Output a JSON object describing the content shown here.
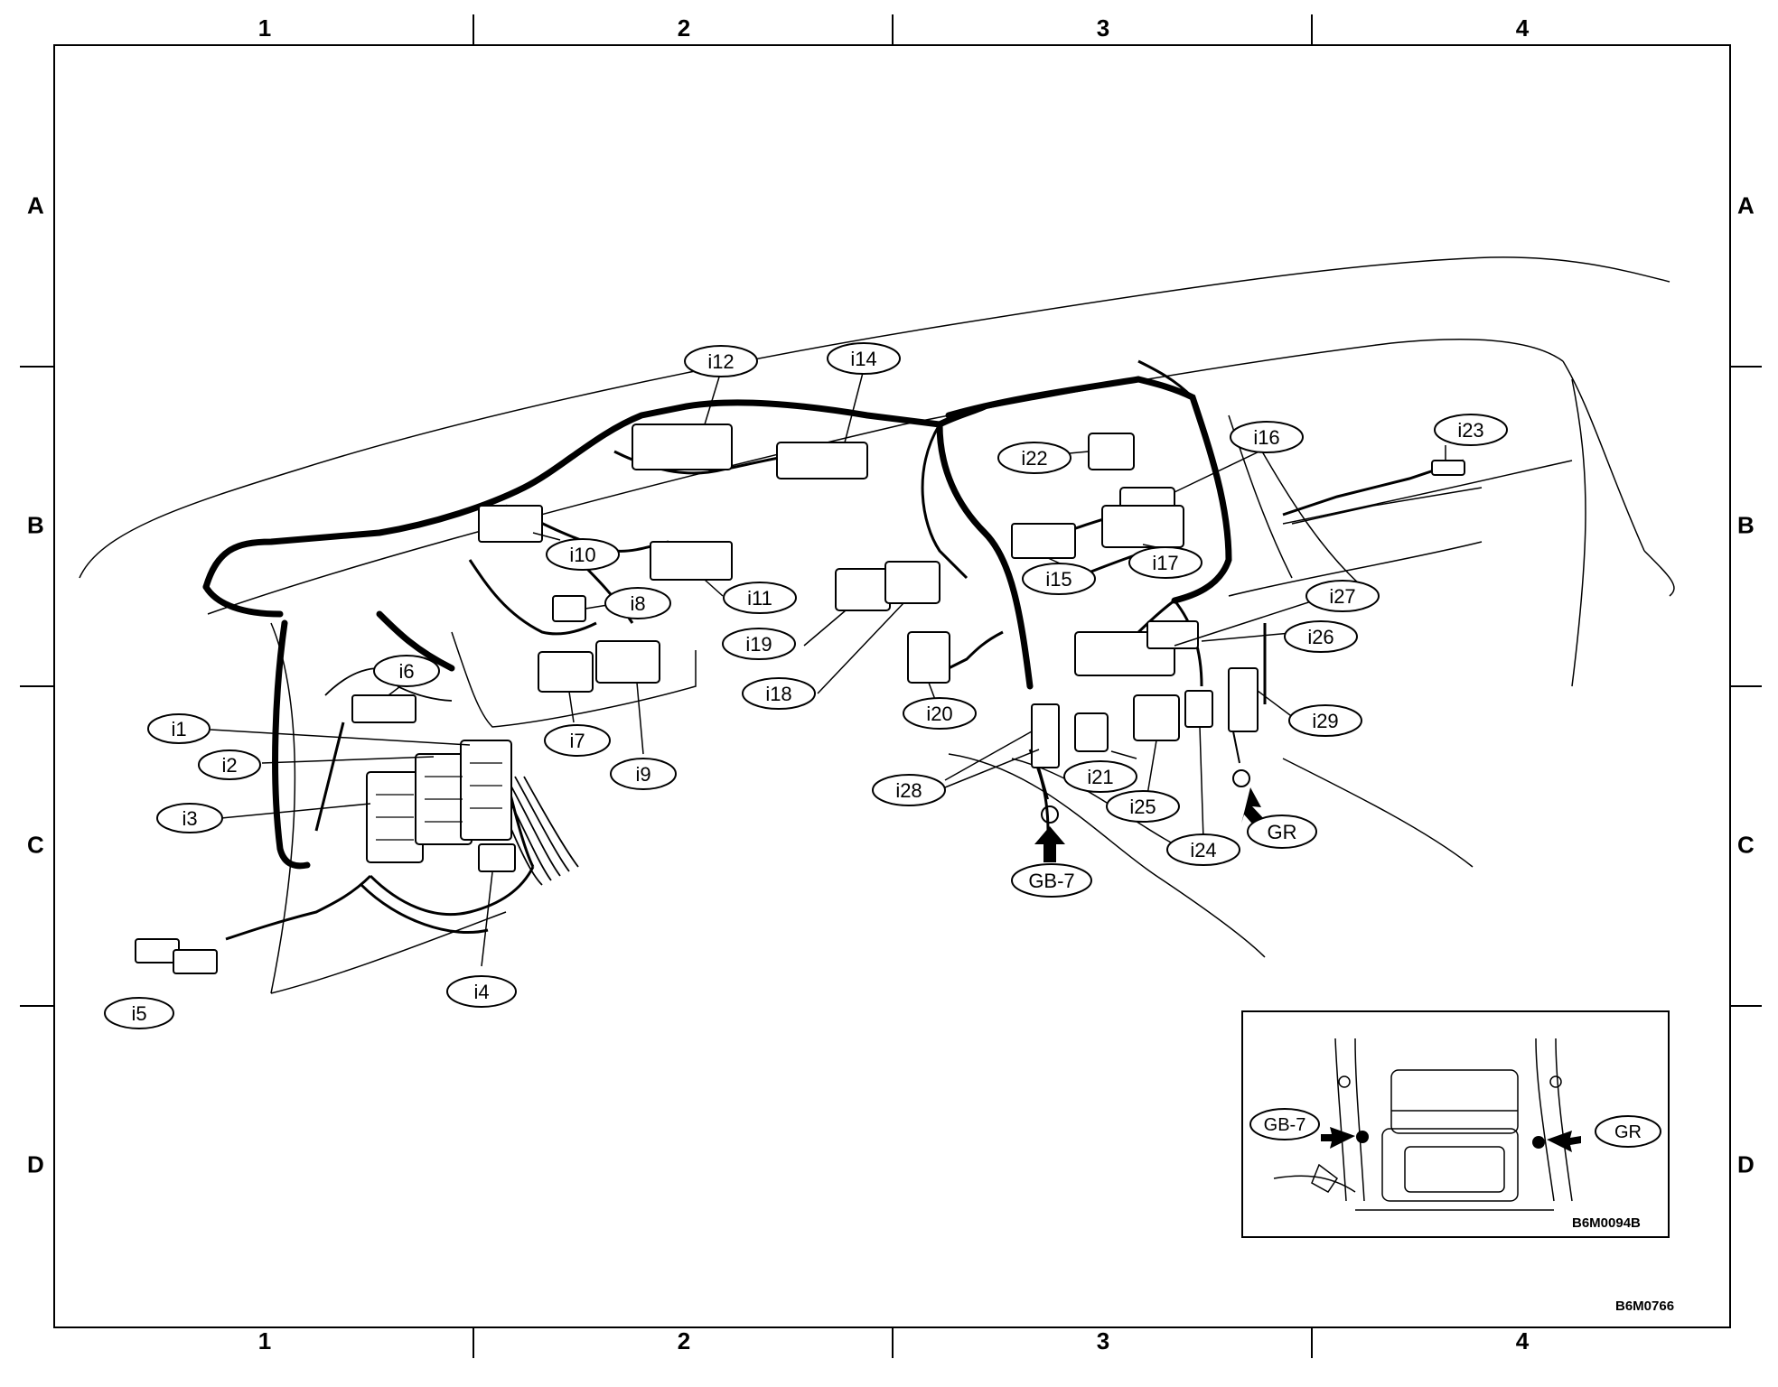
{
  "grid": {
    "columns": [
      "1",
      "2",
      "3",
      "4"
    ],
    "rows": [
      "A",
      "B",
      "C",
      "D"
    ]
  },
  "connectors": {
    "i1": "i1",
    "i2": "i2",
    "i3": "i3",
    "i4": "i4",
    "i5": "i5",
    "i6": "i6",
    "i7": "i7",
    "i8": "i8",
    "i9": "i9",
    "i10": "i10",
    "i11": "i11",
    "i12": "i12",
    "i14": "i14",
    "i15": "i15",
    "i16": "i16",
    "i17": "i17",
    "i18": "i18",
    "i19": "i19",
    "i20": "i20",
    "i21": "i21",
    "i22": "i22",
    "i23": "i23",
    "i24": "i24",
    "i25": "i25",
    "i26": "i26",
    "i27": "i27",
    "i28": "i28",
    "i29": "i29"
  },
  "grounds": {
    "gb7": "GB-7",
    "gr": "GR"
  },
  "inset": {
    "gb7": "GB-7",
    "gr": "GR",
    "code": "B6M0094B"
  },
  "figure_code": "B6M0766"
}
